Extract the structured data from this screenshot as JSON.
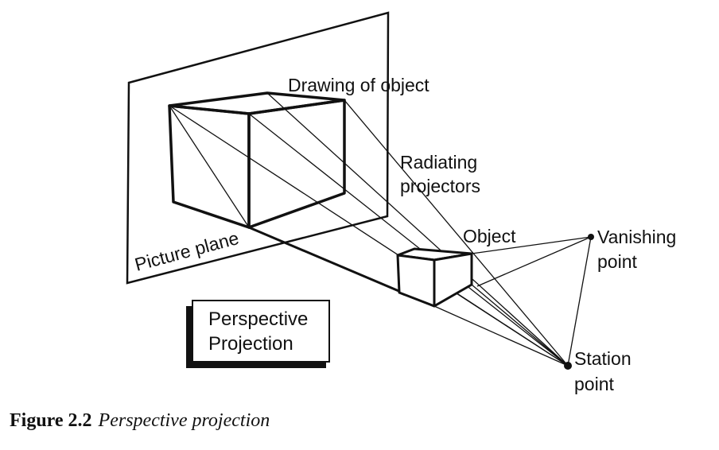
{
  "labels": {
    "drawing_of_object": "Drawing of object",
    "radiating_line1": "Radiating",
    "radiating_line2": "projectors",
    "object": "Object",
    "vanishing_line1": "Vanishing",
    "vanishing_line2": "point",
    "station_line1": "Station",
    "station_line2": "point",
    "picture_plane": "Picture plane"
  },
  "box": {
    "line1": "Perspective",
    "line2": "Projection"
  },
  "caption": {
    "number": "Figure 2.2",
    "text": "Perspective projection"
  }
}
